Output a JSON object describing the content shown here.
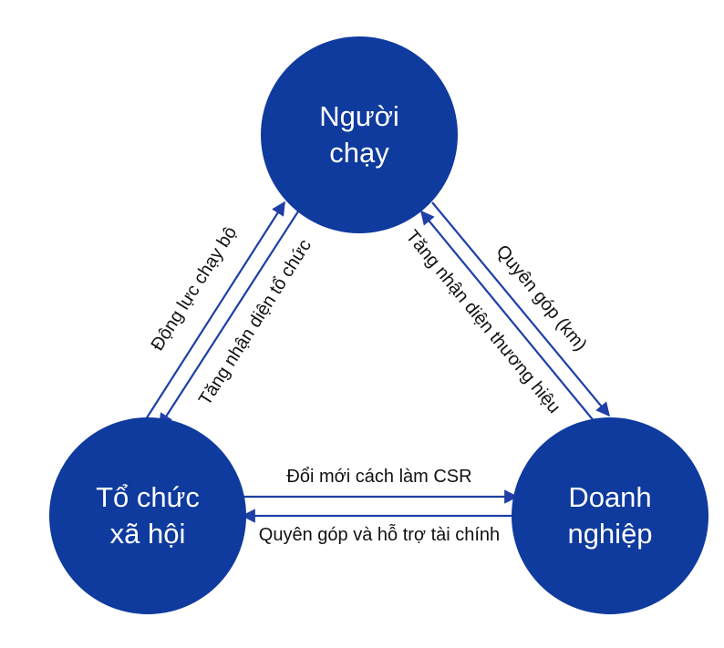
{
  "colors": {
    "node_fill": "#0f3a9e",
    "node_fill_dark": "#0a2d85",
    "arrow": "#1f3fa6",
    "label_text": "#111111",
    "node_text": "#ffffff"
  },
  "nodes": {
    "runner": {
      "line1": "Người",
      "line2": "chạy"
    },
    "social_org": {
      "line1": "Tổ chức",
      "line2": "xã hội"
    },
    "business": {
      "line1": "Doanh",
      "line2": "nghiệp"
    }
  },
  "edges": {
    "org_to_runner": "Động lực chạy bộ",
    "runner_to_org": "Tăng nhận diện tổ chức",
    "business_to_runner": "Tăng nhận diện thương hiệu",
    "runner_to_business": "Quyên góp (km)",
    "org_to_business": "Đổi mới cách làm CSR",
    "business_to_org": "Quyên góp và hỗ trợ tài chính"
  }
}
